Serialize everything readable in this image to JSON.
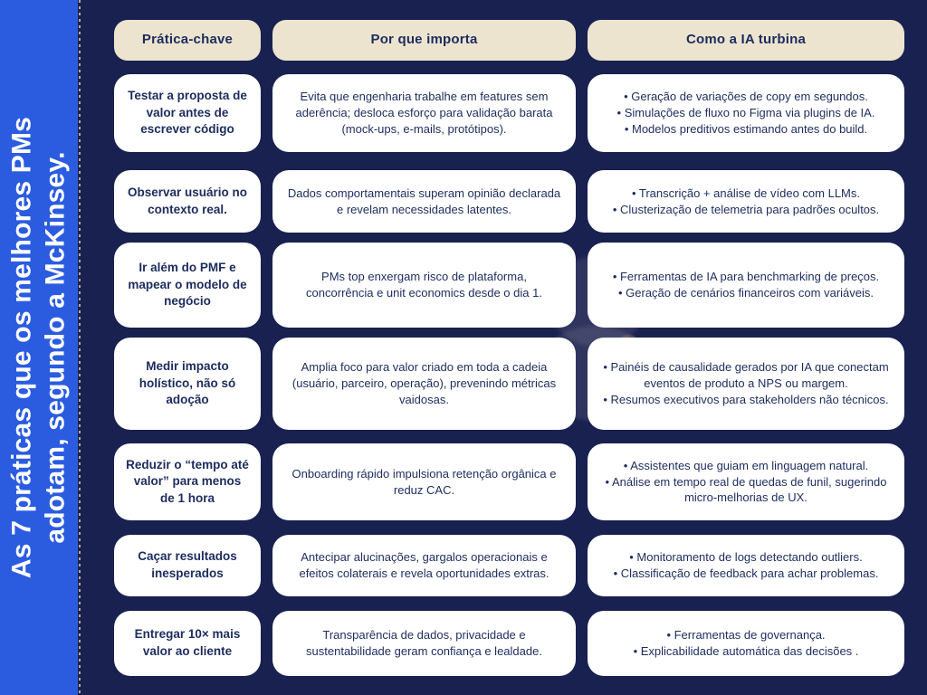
{
  "sidebar": {
    "title_line1": "As 7 práticas que os melhores PMs",
    "title_line2": "adotam, segundo a McKinsey."
  },
  "table": {
    "headers": [
      "Prática-chave",
      "Por que importa",
      "Como a IA turbina"
    ],
    "bullet_char": "•",
    "rows": [
      {
        "practice": "Testar a proposta de valor antes de escrever código",
        "why": "Evita que engenharia trabalhe em features sem aderência; desloca esforço para validação barata (mock-ups, e-mails, protótipos).",
        "ai": [
          "Geração de variações de copy em segundos.",
          "Simulações de fluxo no Figma via plugins de IA.",
          "Modelos preditivos estimando antes do build."
        ]
      },
      {
        "practice": "Observar usuário no contexto real.",
        "why": "Dados comportamentais superam opinião declarada e revelam necessidades latentes.",
        "ai": [
          "Transcrição + análise de vídeo com LLMs.",
          "Clusterização de telemetria para padrões ocultos."
        ]
      },
      {
        "practice": "Ir além do PMF e mapear o modelo de negócio",
        "why": "PMs top enxergam risco de plataforma, concorrência e unit economics desde o dia 1.",
        "ai": [
          "Ferramentas de IA para benchmarking de preços.",
          "Geração de cenários financeiros com variáveis."
        ]
      },
      {
        "practice": "Medir impacto holístico, não só adoção",
        "why": "Amplia foco para valor criado em toda a cadeia (usuário, parceiro, operação), prevenindo métricas vaidosas.",
        "ai": [
          "Painéis de causalidade gerados por IA que conectam eventos de produto a NPS ou margem.",
          "Resumos executivos para stakeholders não técnicos."
        ]
      },
      {
        "practice": "Reduzir o “tempo até valor” para menos de 1 hora",
        "why": "Onboarding rápido impulsiona retenção orgânica e reduz CAC.",
        "ai": [
          "Assistentes que guiam em linguagem natural.",
          "Análise em tempo real de quedas de funil, sugerindo micro-melhorias de UX."
        ]
      },
      {
        "practice": "Caçar resultados inesperados",
        "why": "Antecipar alucinações, gargalos operacionais e efeitos colaterais e revela oportunidades extras.",
        "ai": [
          "Monitoramento de logs detectando outliers.",
          "Classificação de feedback para achar problemas."
        ]
      },
      {
        "practice": "Entregar 10× mais valor ao cliente",
        "why": "Transparência de dados, privacidade e sustentabilidade geram confiança e lealdade.",
        "ai": [
          "Ferramentas de governança.",
          "Explicabilidade automática das decisões ."
        ]
      }
    ]
  },
  "colors": {
    "background_navy": "#192150",
    "sidebar_blue": "#2b5ce0",
    "header_cream": "#ede4d0",
    "card_white": "#ffffff",
    "text_navy": "#1d2c5e",
    "divider_tan": "#b7a98c"
  }
}
